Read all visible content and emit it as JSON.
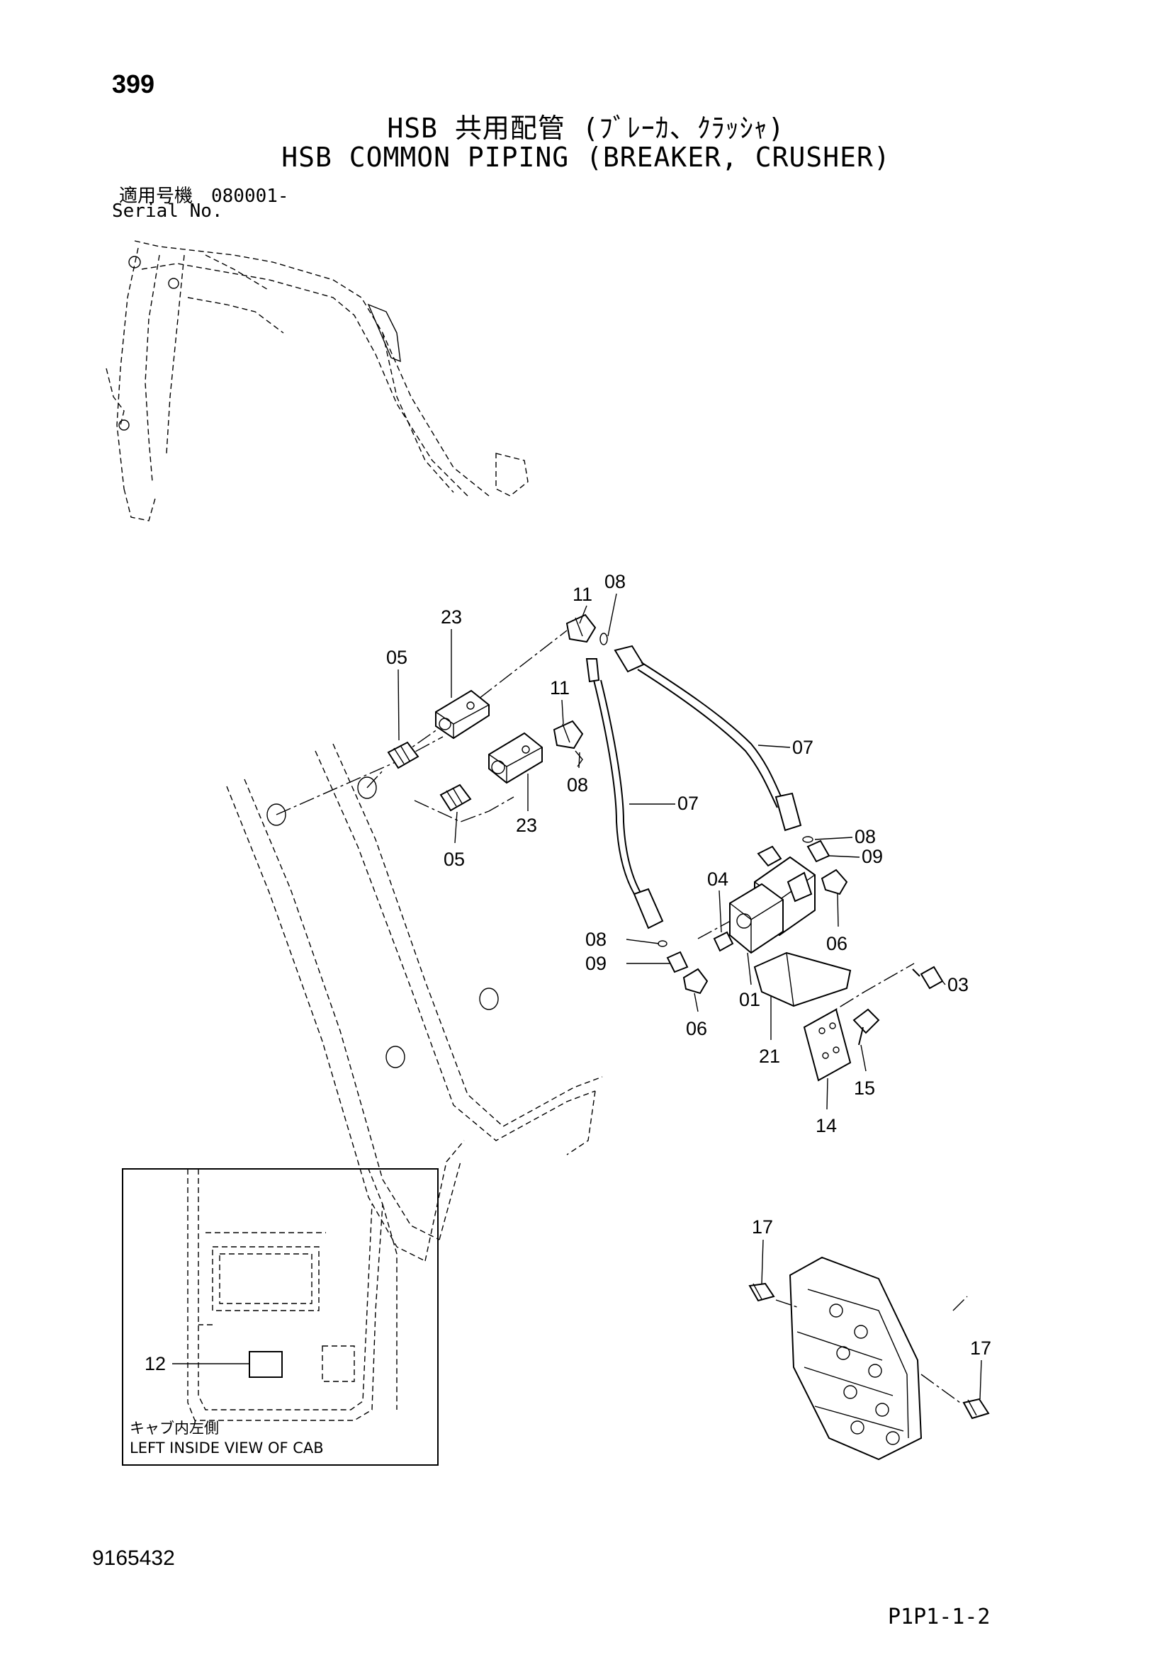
{
  "header": {
    "page_number": "399",
    "title_jp": "HSB 共用配管 (ﾌﾞﾚｰｶ、ｸﾗｯｼｬ)",
    "title_en": "HSB COMMON PIPING (BREAKER, CRUSHER)",
    "serial_label_jp": "適用号機　080001-",
    "serial_label_en": "Serial No."
  },
  "callouts": {
    "c11a": "11",
    "c08a": "08",
    "c23a": "23",
    "c05a": "05",
    "c11b": "11",
    "c07a": "07",
    "c08b": "08",
    "c23b": "23",
    "c05b": "05",
    "c07b": "07",
    "c08c": "08",
    "c09a": "09",
    "c04": "04",
    "c06a": "06",
    "c08d": "08",
    "c09b": "09",
    "c01": "01",
    "c03": "03",
    "c06b": "06",
    "c21": "21",
    "c15": "15",
    "c14": "14",
    "c17a": "17",
    "c17b": "17",
    "c12": "12"
  },
  "inset": {
    "caption_jp": "キャブ内左側",
    "caption_en": "LEFT INSIDE VIEW OF CAB"
  },
  "footer": {
    "doc_number": "9165432",
    "page_code": "P1P1-1-2"
  }
}
